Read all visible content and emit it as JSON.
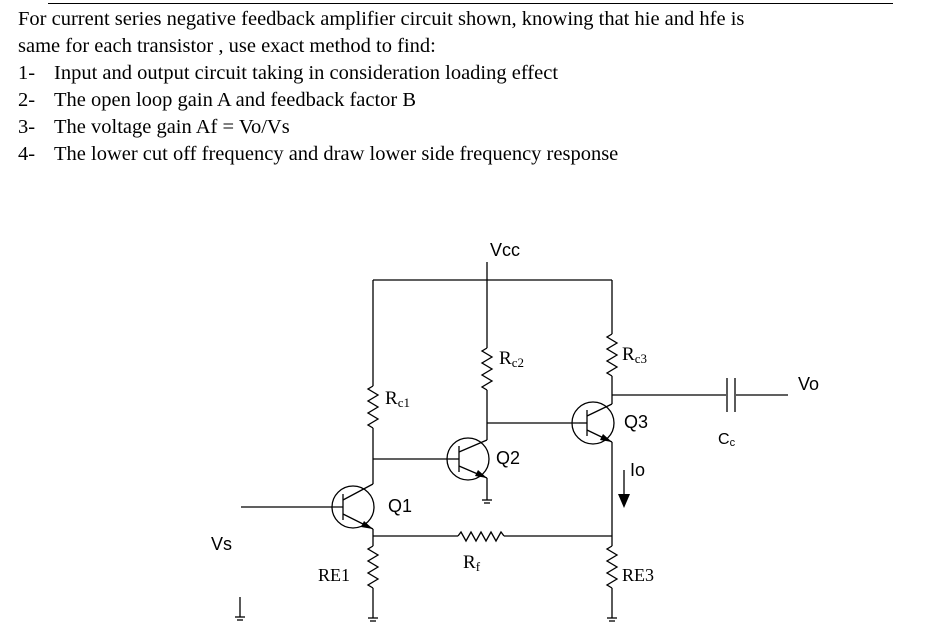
{
  "question": {
    "intro_line1": "For current series negative feedback amplifier circuit shown, knowing that  hie and hfe is",
    "intro_line2": "same for each transistor , use exact method to find:",
    "items": [
      {
        "num": "1-",
        "text": "Input and output circuit taking in consideration loading effect"
      },
      {
        "num": "2-",
        "text": "The open loop gain A and feedback factor B"
      },
      {
        "num": "3-",
        "text": "The voltage gain Af = Vo/Vs"
      },
      {
        "num": "4-",
        "text": "The lower cut off frequency and draw lower side frequency response"
      }
    ]
  },
  "circuit": {
    "vcc": "Vcc",
    "rc1": {
      "main": "R",
      "sub": "c1"
    },
    "rc2": {
      "main": "R",
      "sub": "c2"
    },
    "rc3": {
      "main": "R",
      "sub": "c3"
    },
    "re1": "RE1",
    "re3": "RE3",
    "rf": {
      "main": "R",
      "sub": "f"
    },
    "q1": "Q1",
    "q2": "Q2",
    "q3": "Q3",
    "cc": {
      "main": "C",
      "sub": "c"
    },
    "vo": "Vo",
    "vs": "Vs",
    "io": "Io"
  }
}
